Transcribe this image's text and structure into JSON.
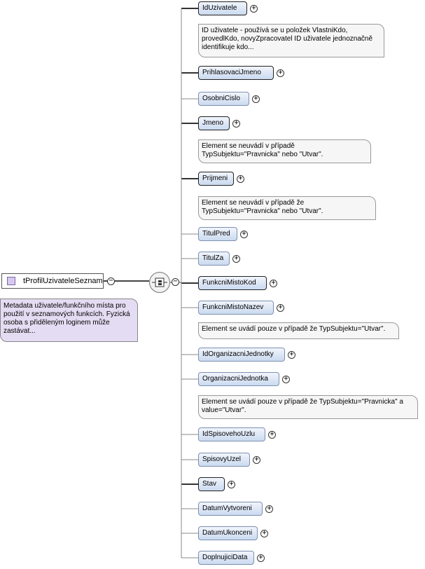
{
  "root": {
    "name": "tProfilUzivateleSeznam",
    "doc": "Metadata uživatele/funkčního místa pro použití v seznamových funkcích. Fyzická osoba s přiděleným loginem může zastávat..."
  },
  "expand_symbol": "+",
  "collapse_symbol": "−",
  "elements": [
    {
      "name": "IdUzivatele",
      "required": true,
      "doc": "ID uživatele - používá se u položek VlastniKdo, provedlKdo, novyZpracovatel ID uživatele jednoznačně identifikuje kdo..."
    },
    {
      "name": "PrihlasovaciJmeno",
      "required": true,
      "doc": ""
    },
    {
      "name": "OsobniCislo",
      "required": false,
      "doc": ""
    },
    {
      "name": "Jmeno",
      "required": true,
      "doc": "Element se neuvádí v případě TypSubjektu=\"Pravnicka\" nebo \"Utvar\"."
    },
    {
      "name": "Prijmeni",
      "required": true,
      "doc": "Element se neuvádí v případě že TypSubjektu=\"Pravnicka\" nebo \"Utvar\"."
    },
    {
      "name": "TitulPred",
      "required": false,
      "doc": ""
    },
    {
      "name": "TitulZa",
      "required": false,
      "doc": ""
    },
    {
      "name": "FunkcniMistoKod",
      "required": true,
      "doc": ""
    },
    {
      "name": "FunkcniMistoNazev",
      "required": false,
      "doc": "Element se uvádí pouze v případě že TypSubjektu=\"Utvar\"."
    },
    {
      "name": "IdOrganizacniJednotky",
      "required": false,
      "doc": ""
    },
    {
      "name": "OrganizacniJednotka",
      "required": false,
      "doc": "Element se uvádí pouze v případě že TypSubjektu=\"Pravnicka\" a value=\"Utvar\"."
    },
    {
      "name": "IdSpisovehoUzlu",
      "required": false,
      "doc": ""
    },
    {
      "name": "SpisovyUzel",
      "required": false,
      "doc": ""
    },
    {
      "name": "Stav",
      "required": true,
      "doc": ""
    },
    {
      "name": "DatumVytvoreni",
      "required": false,
      "doc": ""
    },
    {
      "name": "DatumUkonceni",
      "required": false,
      "doc": ""
    },
    {
      "name": "DoplnujiciData",
      "required": false,
      "doc": ""
    }
  ]
}
